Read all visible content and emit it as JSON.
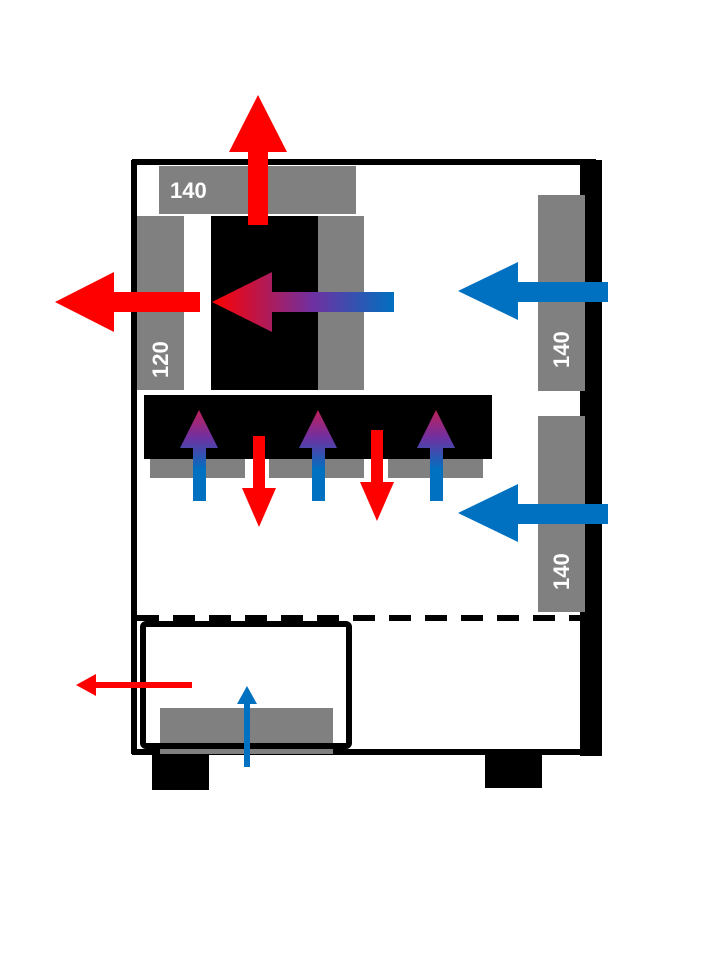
{
  "fan_labels": {
    "top": "140",
    "rear": "120",
    "front_upper": "140",
    "front_lower": "140"
  },
  "colors": {
    "hot": "#ff0000",
    "cool": "#0070c0",
    "fan": "#808080",
    "component": "#000000",
    "case_outline": "#000000",
    "background": "#ffffff"
  }
}
